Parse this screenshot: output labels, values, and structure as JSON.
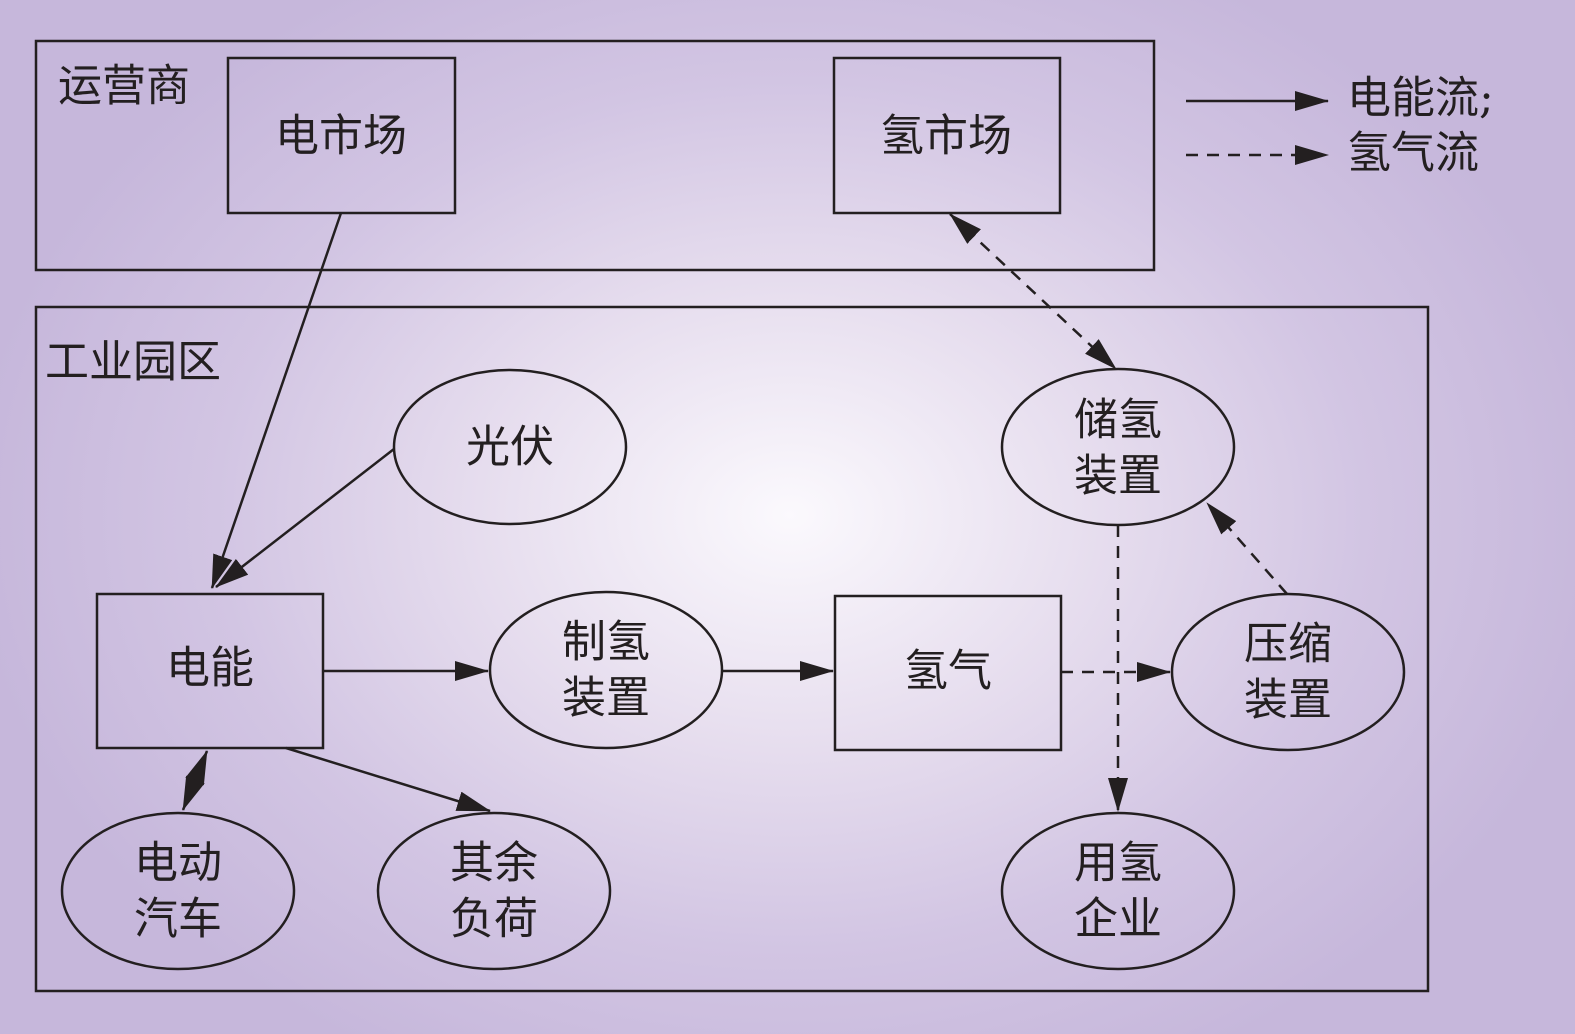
{
  "groups": {
    "operator": "运营商",
    "park": "工业园区"
  },
  "nodes": {
    "elec_market": "电市场",
    "h2_market": "氢市场",
    "pv": "光伏",
    "storage": [
      "储氢",
      "装置"
    ],
    "electricity": "电能",
    "electrolyzer": [
      "制氢",
      "装置"
    ],
    "hydrogen": "氢气",
    "compressor": [
      "压缩",
      "装置"
    ],
    "ev": [
      "电动",
      "汽车"
    ],
    "other_load": [
      "其余",
      "负荷"
    ],
    "h2_enterprise": [
      "用氢",
      "企业"
    ]
  },
  "legend": {
    "electric_flow": "电能流;",
    "hydrogen_flow": "氢气流"
  }
}
